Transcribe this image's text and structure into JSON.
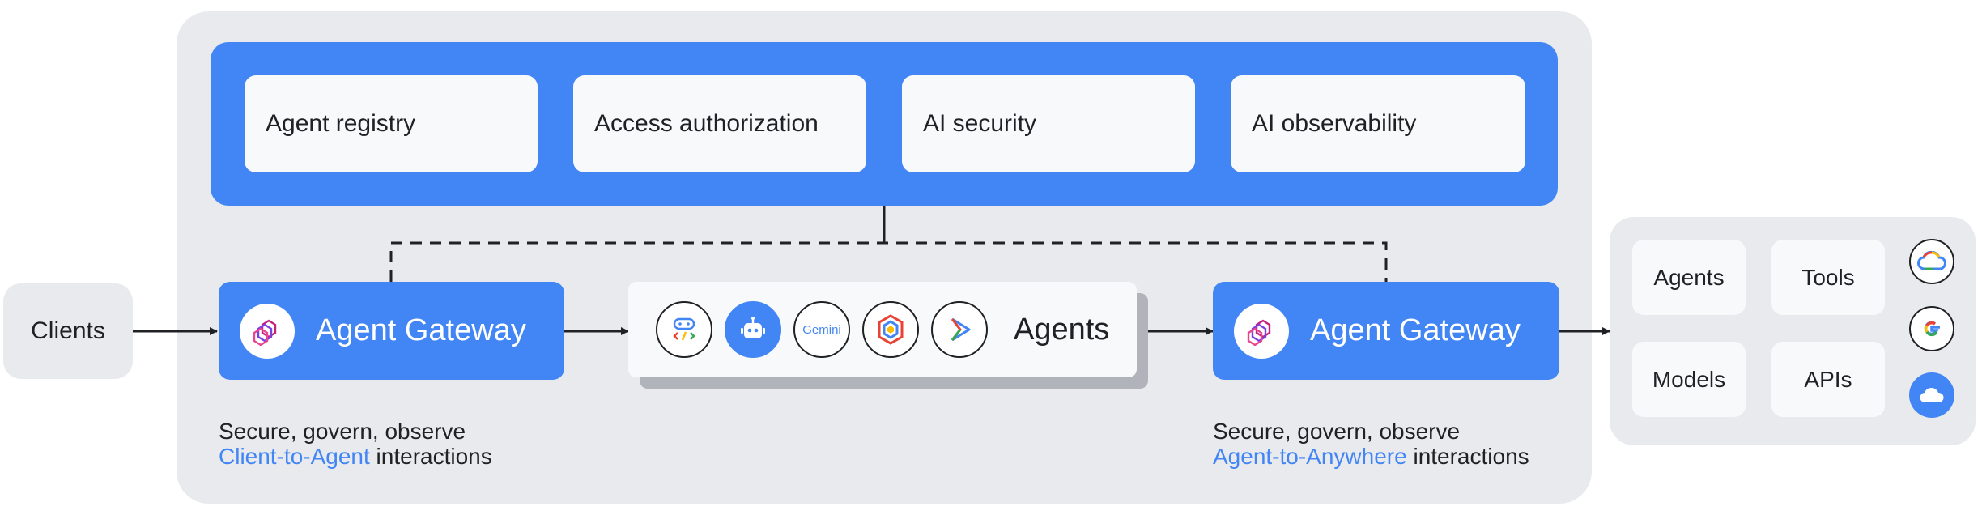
{
  "top_panel": {
    "capabilities": [
      "Agent registry",
      "Access authorization",
      "AI security",
      "AI observability"
    ]
  },
  "clients": {
    "label": "Clients"
  },
  "gateway_left": {
    "label": "Agent Gateway",
    "caption_line1": "Secure, govern, observe",
    "caption_highlight": "Client-to-Agent",
    "caption_suffix": " interactions"
  },
  "agents": {
    "label": "Agents",
    "icons": [
      "code-agent-icon",
      "robot-icon",
      "gemini-icon",
      "hexagon-agent-icon",
      "play-arrow-icon"
    ],
    "gemini_text": "Gemini"
  },
  "gateway_right": {
    "label": "Agent Gateway",
    "caption_line1": "Secure, govern, observe",
    "caption_highlight": "Agent-to-Anywhere",
    "caption_suffix": " interactions"
  },
  "destinations": {
    "items": [
      "Agents",
      "Tools",
      "Models",
      "APIs"
    ],
    "service_icons": [
      "google-cloud-icon",
      "google-icon",
      "cloud-icon"
    ]
  },
  "colors": {
    "accent": "#4285f4",
    "panel": "#e8eaed",
    "card": "#f8f9fa",
    "text": "#202124"
  }
}
